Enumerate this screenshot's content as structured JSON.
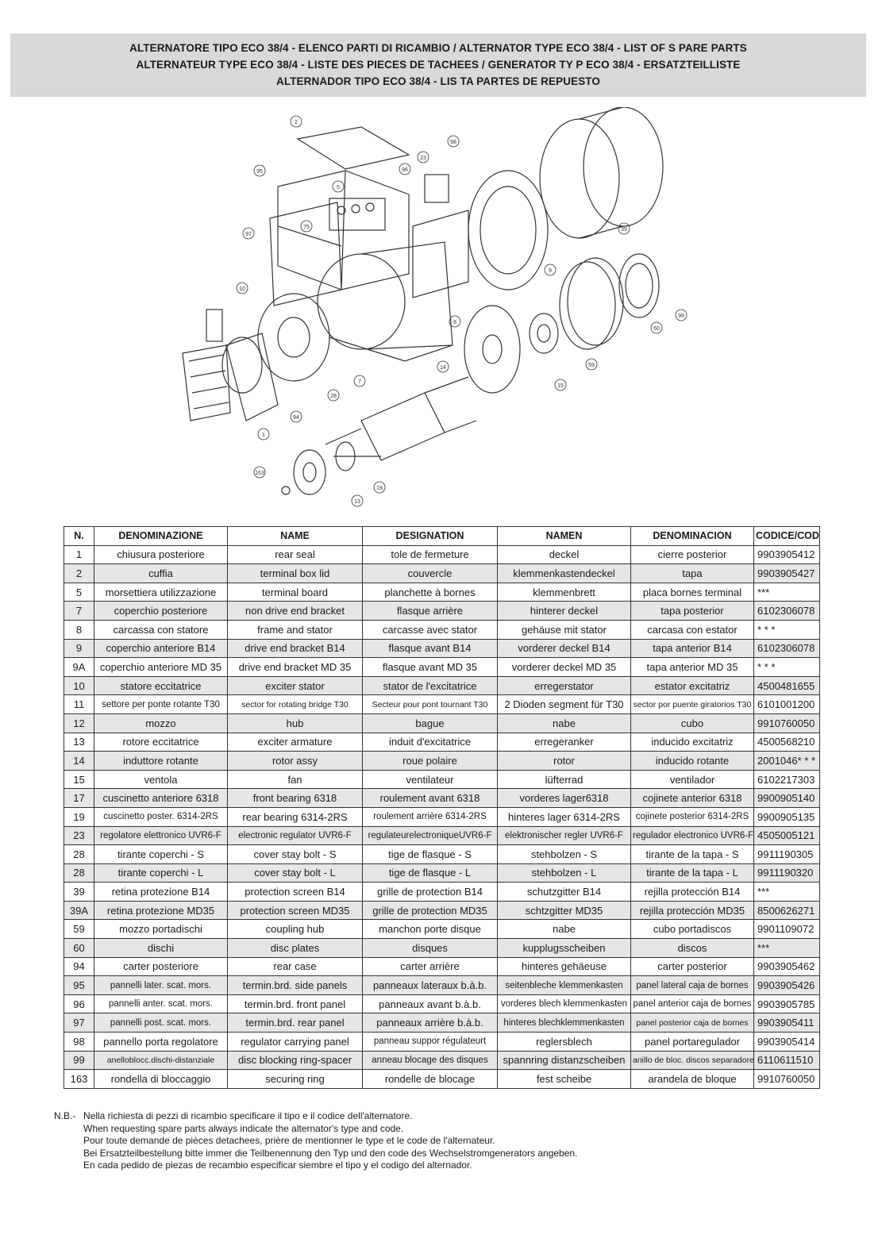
{
  "header": {
    "line1": "ALTERNATORE TIPO ECO 38/4 - ELENCO  PARTI DI RICAMBIO / ALTERNATOR TYPE ECO 38/4 - LIST OF S PARE PARTS",
    "line2": "ALTERNATEUR TYPE ECO 38/4 - LISTE DES PIECES DE TACHEES / GENERATOR TY P ECO 38/4 - ERSATZTEILLISTE",
    "line3": "ALTERNADOR TIPO ECO 38/4 - LIS TA PARTES DE REPUESTO"
  },
  "diagram": {
    "callouts": [
      "2",
      "95",
      "96",
      "23",
      "98",
      "5",
      "97",
      "75",
      "9",
      "10",
      "8",
      "7",
      "28",
      "94",
      "1",
      "14",
      "15",
      "59",
      "60",
      "99",
      "13",
      "19",
      "163",
      "39"
    ]
  },
  "table": {
    "columns": [
      "N.",
      "DENOMINAZIONE",
      "NAME",
      "DESIGNATION",
      "NAMEN",
      "DENOMINACION",
      "CODICE/CODE"
    ],
    "rows": [
      [
        "1",
        "chiusura posteriore",
        "rear seal",
        "tole de fermeture",
        "deckel",
        "cierre posterior",
        "9903905412"
      ],
      [
        "2",
        "cuffia",
        "terminal box lid",
        "couvercle",
        "klemmenkastendeckel",
        "tapa",
        "9903905427"
      ],
      [
        "5",
        "morsettiera utilizzazione",
        "terminal board",
        "planchette à bornes",
        "klemmenbrett",
        "placa bornes terminal",
        "***"
      ],
      [
        "7",
        "coperchio posteriore",
        "non drive end bracket",
        "flasque arrière",
        "hinterer deckel",
        "tapa posterior",
        "6102306078"
      ],
      [
        "8",
        "carcassa con statore",
        "frame and stator",
        "carcasse avec stator",
        "gehäuse mit stator",
        "carcasa con estator",
        "* * *"
      ],
      [
        "9",
        "coperchio anteriore B14",
        "drive end bracket B14",
        "flasque avant B14",
        "vorderer deckel B14",
        "tapa anterior B14",
        "6102306078"
      ],
      [
        "9A",
        "coperchio anteriore MD 35",
        "drive end bracket MD 35",
        "flasque avant MD 35",
        "vorderer deckel MD 35",
        "tapa anterior MD 35",
        "* * *"
      ],
      [
        "10",
        "statore eccitatrice",
        "exciter stator",
        "stator de l'excitatrice",
        "erregerstator",
        "estator excitatriz",
        "4500481655"
      ],
      [
        "11",
        "settore per ponte rotante T30",
        "sector for rotating bridge T30",
        "Secteur pour pont tournant T30",
        "2 Dioden segment für T30",
        "sector por puente giratorios T30",
        "6101001200"
      ],
      [
        "12",
        "mozzo",
        "hub",
        "bague",
        "nabe",
        "cubo",
        "9910760050"
      ],
      [
        "13",
        "rotore eccitatrice",
        "exciter armature",
        "induit d'excitatrice",
        "erregeranker",
        "inducido excitatriz",
        "4500568210"
      ],
      [
        "14",
        "induttore rotante",
        "rotor assy",
        "roue polaire",
        "rotor",
        "inducido rotante",
        "2001046* * *"
      ],
      [
        "15",
        "ventola",
        "fan",
        "ventilateur",
        "lüfterrad",
        "ventilador",
        "6102217303"
      ],
      [
        "17",
        "cuscinetto anteriore 6318",
        "front bearing 6318",
        "roulement avant 6318",
        "vorderes lager6318",
        "cojinete anterior 6318",
        "9900905140"
      ],
      [
        "19",
        "cuscinetto poster. 6314-2RS",
        "rear bearing 6314-2RS",
        "roulement arrière 6314-2RS",
        "hinteres lager 6314-2RS",
        "cojinete posterior 6314-2RS",
        "9900905135"
      ],
      [
        "23",
        "regolatore elettronico UVR6-F",
        "electronic regulator UVR6-F",
        "regulateurelectroniqueUVR6-F",
        "elektronischer regler UVR6-F",
        "regulador electronico UVR6-F",
        "4505005121"
      ],
      [
        "28",
        "tirante coperchi - S",
        "cover stay bolt - S",
        "tige de flasque - S",
        "stehbolzen - S",
        "tirante de la tapa - S",
        "9911190305"
      ],
      [
        "28",
        "tirante coperchi - L",
        "cover stay bolt - L",
        "tige de flasque - L",
        "stehbolzen - L",
        "tirante de la tapa - L",
        "9911190320"
      ],
      [
        "39",
        "retina protezione B14",
        "protection screen B14",
        "grille de protection B14",
        "schutzgitter B14",
        "rejilla protección B14",
        "***"
      ],
      [
        "39A",
        "retina protezione MD35",
        "protection screen MD35",
        "grille de protection MD35",
        "schtzgitter MD35",
        "rejilla protección MD35",
        "8500626271"
      ],
      [
        "59",
        "mozzo portadischi",
        "coupling hub",
        "manchon porte disque",
        "nabe",
        "cubo portadiscos",
        "9901109072"
      ],
      [
        "60",
        "dischi",
        "disc plates",
        "disques",
        "kupplugsscheiben",
        "discos",
        "***"
      ],
      [
        "94",
        "carter posteriore",
        "rear case",
        "carter arrière",
        "hinteres gehäeuse",
        "carter posterior",
        "9903905462"
      ],
      [
        "95",
        "pannelli later. scat. mors.",
        "termin.brd. side panels",
        "panneaux lateraux b.à.b.",
        "seitenbleche klemmenkasten",
        "panel lateral caja de bornes",
        "9903905426"
      ],
      [
        "96",
        "pannelli anter. scat. mors.",
        "termin.brd. front panel",
        "panneaux avant b.à.b.",
        "vorderes blech klemmenkasten",
        "panel anterior caja de bornes",
        "9903905785"
      ],
      [
        "97",
        "pannelli post. scat. mors.",
        "termin.brd. rear panel",
        "panneaux arrière b.à.b.",
        "hinteres blechklemmenkasten",
        "panel posterior caja de bornes",
        "9903905411"
      ],
      [
        "98",
        "pannello porta regolatore",
        "regulator carrying panel",
        "panneau suppor régulateurt",
        "reglersblech",
        "panel portaregulador",
        "9903905414"
      ],
      [
        "99",
        "anelloblocc.dischi-distanziale",
        "disc blocking ring-spacer",
        "anneau blocage des disques",
        "spannring distanzscheiben",
        "anillo de bloc. discos separadores",
        "6110611510"
      ],
      [
        "163",
        "rondella di bloccaggio",
        "securing ring",
        "rondelle de blocage",
        "fest scheibe",
        "arandela de bloque",
        "9910760050"
      ]
    ]
  },
  "notes": {
    "prefix": "N.B.-",
    "it": "Nella richiesta di pezzi di ricambio specificare il tipo e il codice dell'alternatore.",
    "en": "When requesting spare parts always indicate the alternator's type and code.",
    "fr": "Pour toute demande de pièces detachees, prière de mentionner le type et le code de l'alternateur.",
    "de": "Bei Ersatzteilbestellung bitte immer die Teilbenennung den Typ und den code des Wechselstromgenerators angeben.",
    "es": "En cada pedido de piezas de recambio especificar siembre el tipo y el codigo del alternador."
  }
}
